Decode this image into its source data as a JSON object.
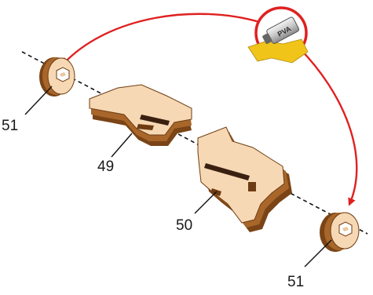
{
  "parts": [
    {
      "id": "left-disc",
      "label": "51"
    },
    {
      "id": "piece-49",
      "label": "49"
    },
    {
      "id": "piece-50",
      "label": "50"
    },
    {
      "id": "right-disc",
      "label": "51"
    }
  ],
  "callout": {
    "icon": "glue-tube-icon",
    "tube_text": "PVA",
    "accent_color": "#e02020",
    "glue_color": "#f0c419"
  },
  "colors": {
    "wood_face": "#f6d8b4",
    "wood_edge": "#a8662a",
    "wood_dark": "#7a4416",
    "axis_line": "#111111"
  }
}
